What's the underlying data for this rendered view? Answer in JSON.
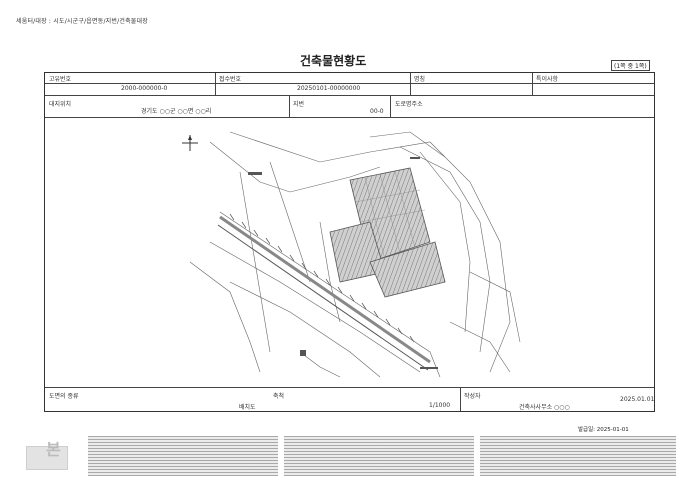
{
  "document": {
    "header_path": "세움터/대장 : 시도/시군구/읍면동/지번/건축물대장",
    "title": "건축물현황도",
    "page_label": "(1쪽 중 1쪽)"
  },
  "fields": {
    "unique_no_label": "고유번호",
    "unique_no_value": "2000-000000-0",
    "receipt_label": "접수번호",
    "receipt_value": "20250101-00000000",
    "name_label": "명칭",
    "special_label": "특이사항",
    "location_label": "대지위치",
    "location_value": "경기도 ○○군 ○○면 ○○리",
    "lot_label": "지번",
    "lot_value": "00-0",
    "road_label": "도로명주소"
  },
  "bottom": {
    "drawing_type_label": "도면의 종류",
    "drawing_type_value": "배치도",
    "scale_label": "축척",
    "scale_value": "1/1000",
    "author_label": "작성자",
    "author_value": "건축사사무소 ○○○",
    "date_value": "2025.01.01"
  },
  "issued_text": "발급일: 2025-01-01",
  "footer": {
    "stamp_char": "본"
  }
}
